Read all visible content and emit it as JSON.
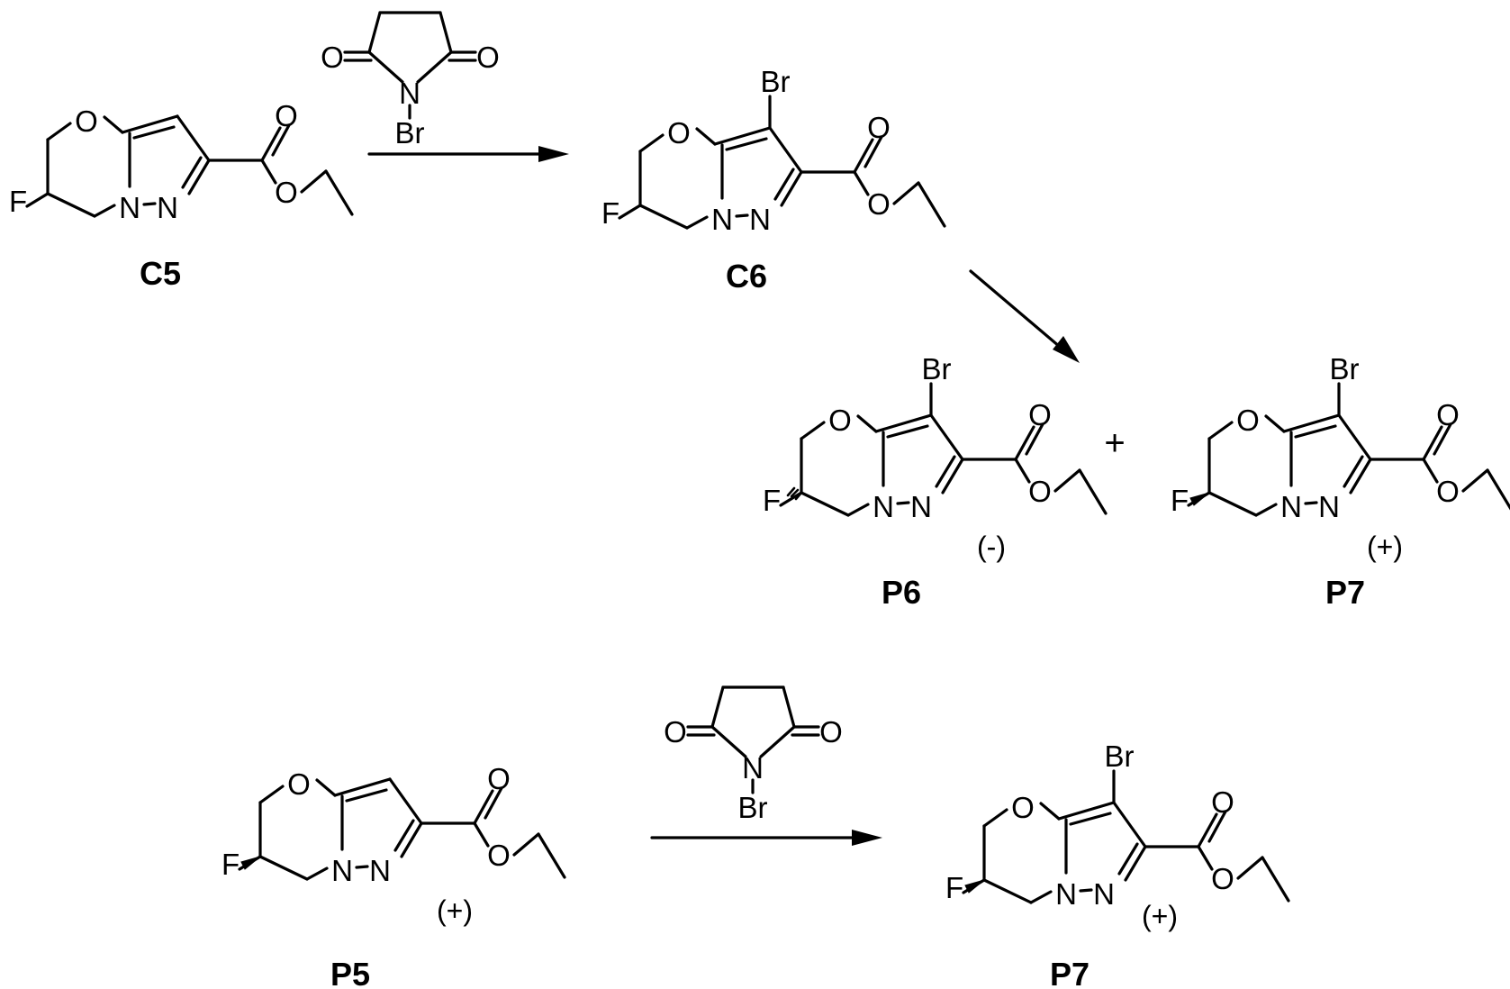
{
  "atoms": {
    "O": "O",
    "N": "N",
    "F": "F",
    "Br": "Br"
  },
  "compounds": {
    "c5": "C5",
    "c6": "C6",
    "p6": "P6",
    "p7": "P7",
    "p5": "P5",
    "p7b": "P7"
  },
  "rotations": {
    "minus": "(-)",
    "plus": "(+)"
  },
  "plus_sign": "+",
  "colors": {
    "ink": "#000000",
    "background": "#ffffff"
  }
}
